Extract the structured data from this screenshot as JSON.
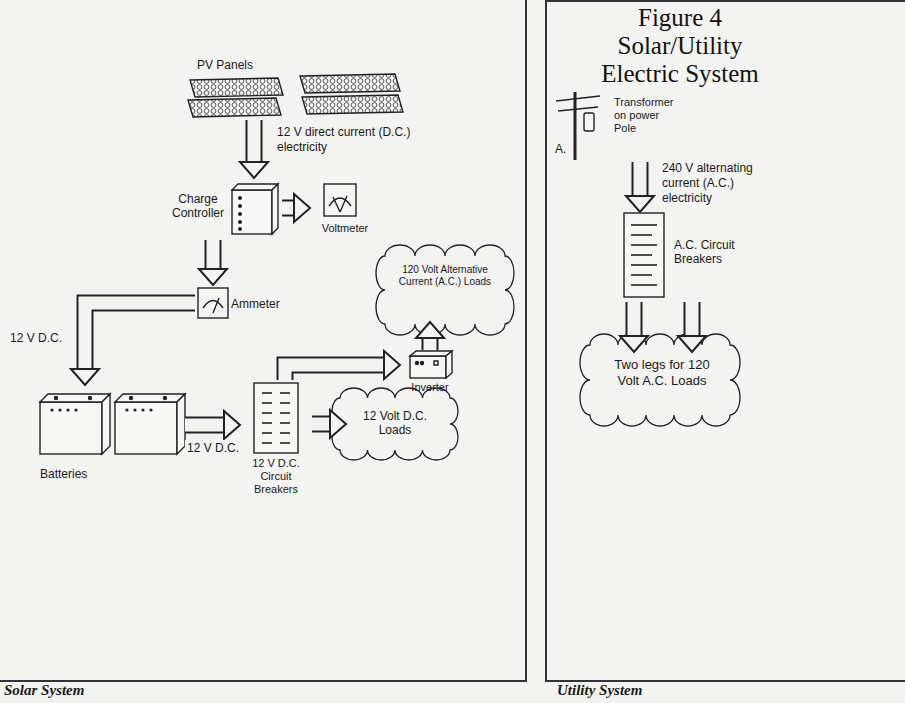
{
  "diagram": {
    "title": "Figure 4 Solar/Utility Electric System",
    "nodes": [
      {
        "text": [
          "Solar System"
        ]
      },
      {
        "text": [
          "PV Panels"
        ],
        "in": 0
      },
      {
        "text": [
          "Charge Controller"
        ],
        "in": 0
      },
      {
        "text": [
          "Voltmeter"
        ],
        "in": 0
      },
      {
        "text": [
          "Ammeter"
        ],
        "in": 0
      },
      {
        "text": [
          "120 Volt Alternative Current (A.C.) Loads"
        ],
        "in": 0
      },
      {
        "text": [
          "Inverter"
        ],
        "in": 0
      },
      {
        "text": [
          "Batteries"
        ],
        "in": 0
      },
      {
        "text": [
          "12 V D.C. Circuit Breakers"
        ],
        "in": 0
      },
      {
        "text": [
          "12 Volt D.C. Loads"
        ],
        "in": 0
      },
      {
        "text": [
          "Utility System"
        ]
      },
      {
        "text": [
          "Transformer on power Pole"
        ],
        "in": 10
      },
      {
        "text": [
          "A.C. Circuit Breakers"
        ],
        "in": 10
      },
      {
        "text": [
          "Two legs for 120 Volt A.C. Loads"
        ],
        "in": 10
      }
    ],
    "edges": [
      {
        "from": 1,
        "to": 2,
        "label": "12 V direct current (D.C.) electricity",
        "arrow": "to"
      },
      {
        "from": 2,
        "to": 3,
        "arrow": "to"
      },
      {
        "from": 2,
        "to": 4,
        "arrow": "to"
      },
      {
        "from": 4,
        "to": 7,
        "label": "12 V D.C.",
        "arrow": "to"
      },
      {
        "from": 7,
        "to": 8,
        "label": "12 V D.C.",
        "arrow": "to"
      },
      {
        "from": 8,
        "to": 9,
        "arrow": "to"
      },
      {
        "from": 8,
        "to": 6,
        "arrow": "to"
      },
      {
        "from": 6,
        "to": 5,
        "arrow": "to"
      },
      {
        "from": 11,
        "to": 12,
        "label": "240 V alternating current (A.C.) electricity",
        "arrow": "to"
      },
      {
        "from": 12,
        "to": 13,
        "arrow": "to"
      },
      {
        "from": 12,
        "to": 13,
        "arrow": "to"
      }
    ],
    "labels": [
      "A."
    ]
  }
}
